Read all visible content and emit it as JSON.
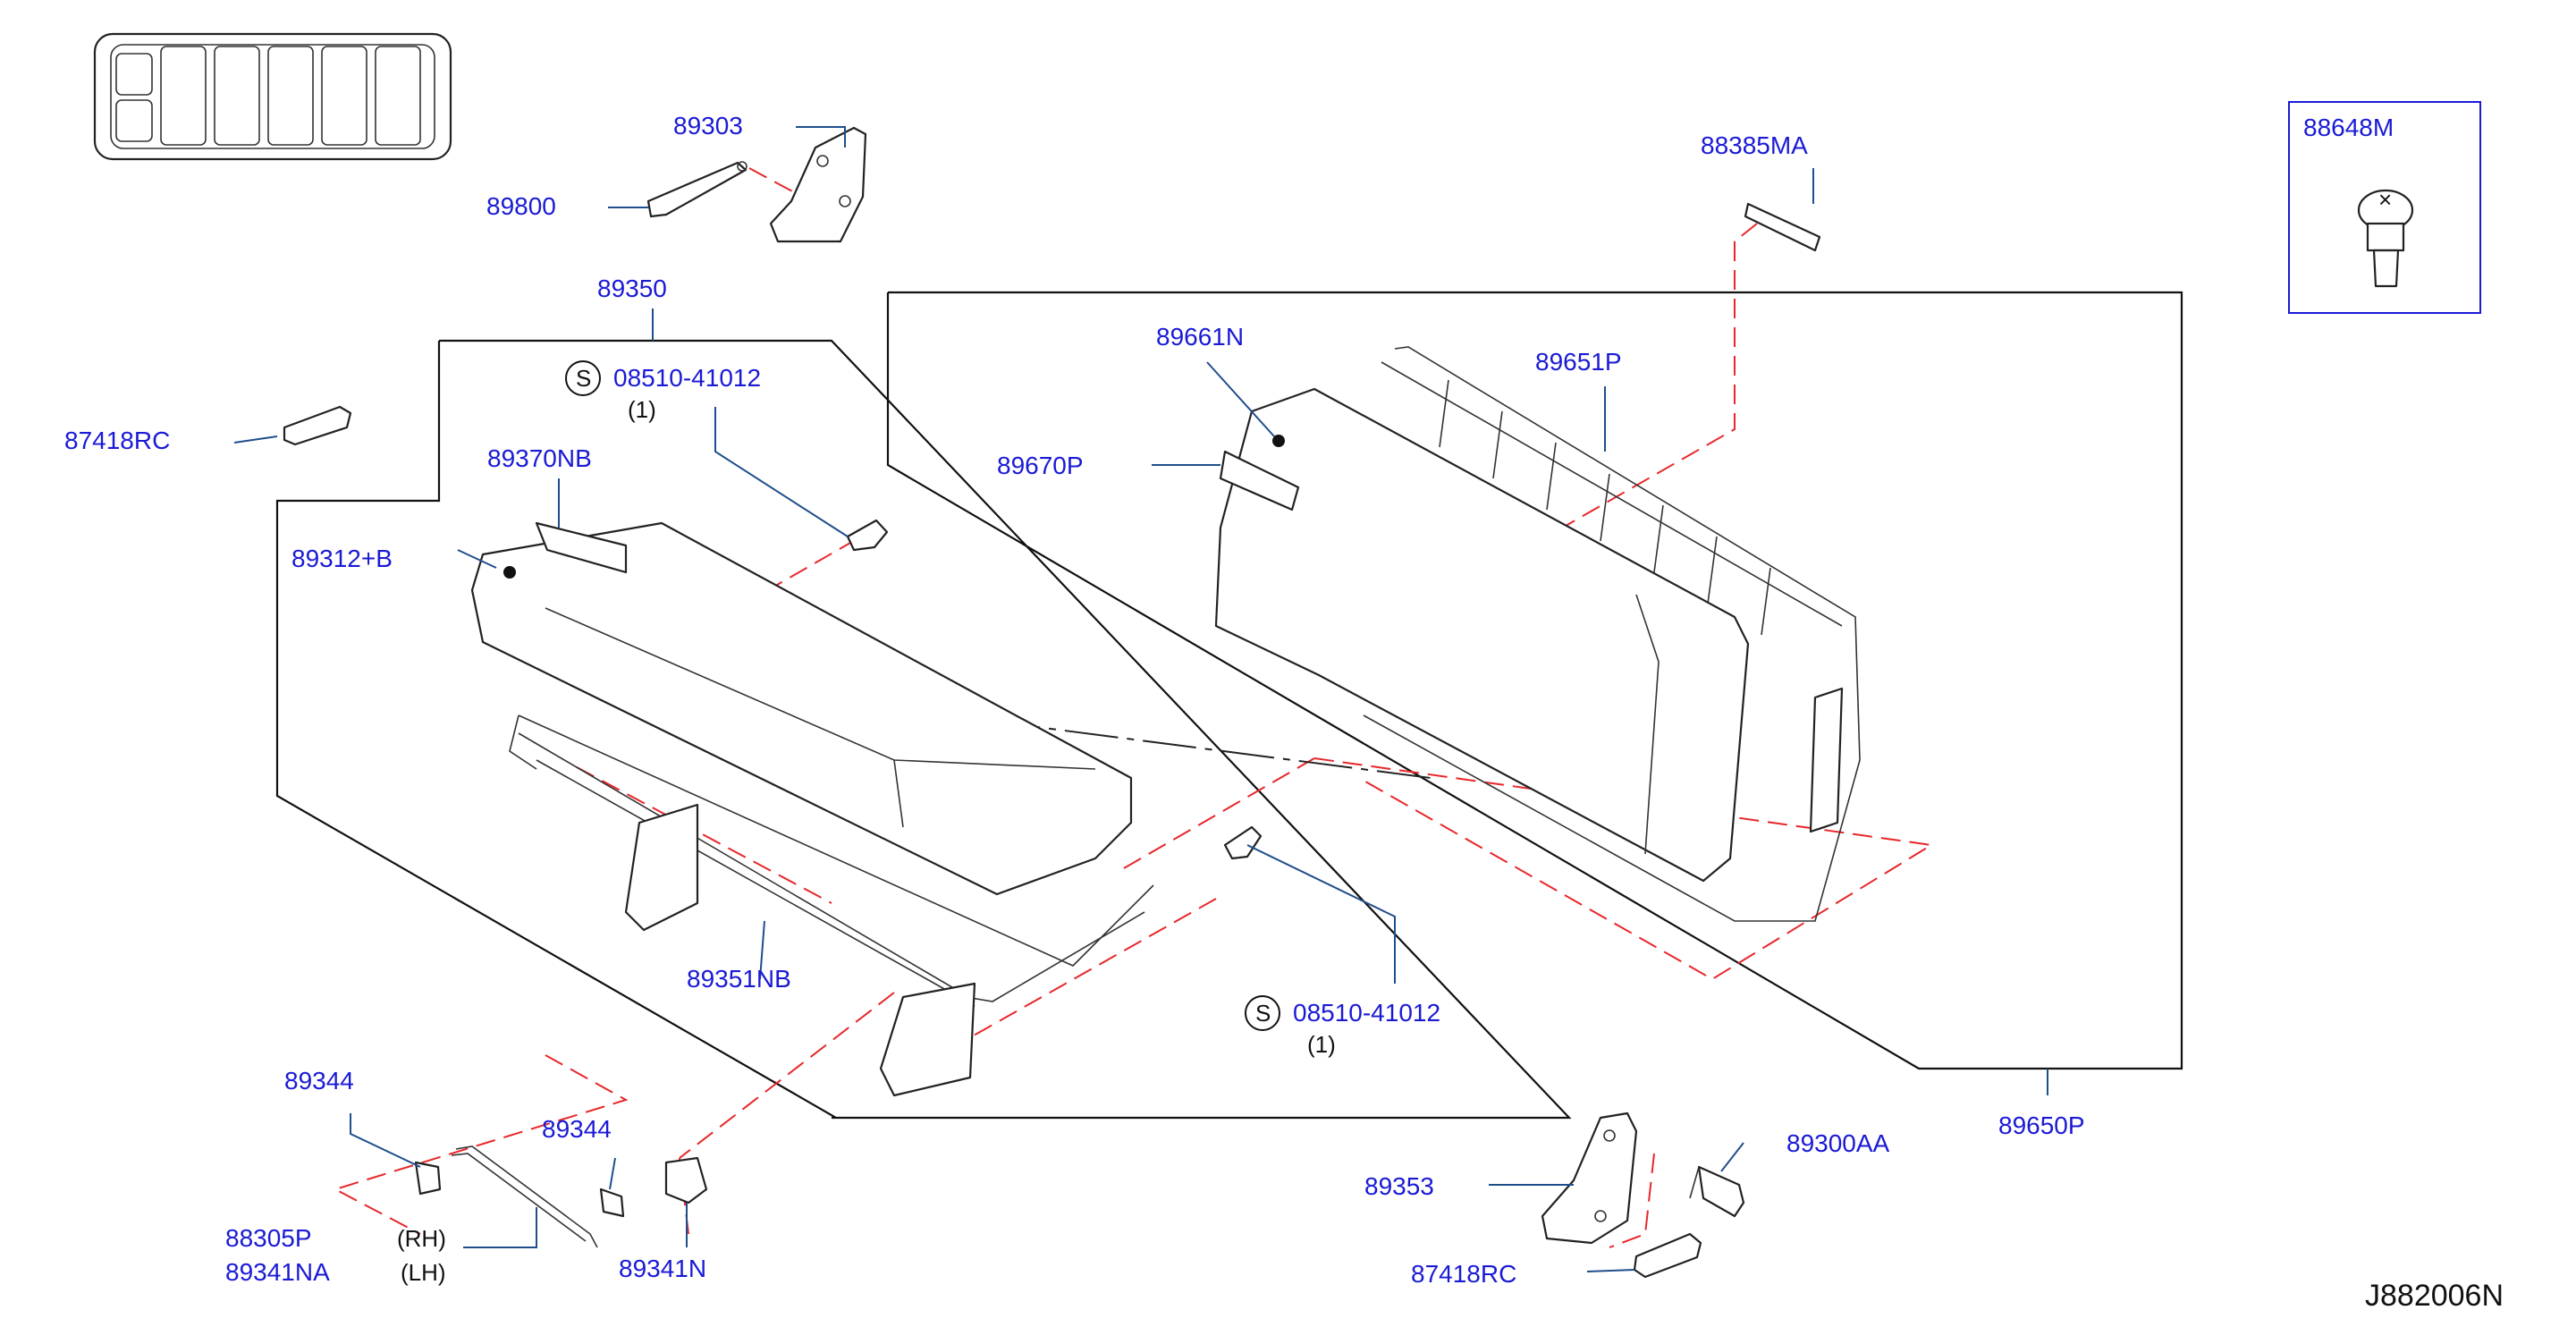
{
  "diagram_code": "J882006N",
  "parts": {
    "p89303": "89303",
    "p89800": "89800",
    "p89350": "89350",
    "p87418RC_a": "87418RC",
    "p89370NB": "89370NB",
    "p89312B": "89312+B",
    "p89351NB": "89351NB",
    "p89344_a": "89344",
    "p89344_b": "89344",
    "p88305P": "88305P",
    "p89341NA": "89341NA",
    "p89341N": "89341N",
    "p88385MA": "88385MA",
    "p89661N": "89661N",
    "p89670P": "89670P",
    "p89651P": "89651P",
    "p89650P": "89650P",
    "p89353": "89353",
    "p89300AA": "89300AA",
    "p87418RC_b": "87418RC",
    "p88648M": "88648M"
  },
  "screws": {
    "top": {
      "symbol": "S",
      "part": "08510-41012",
      "qty": "(1)"
    },
    "bottom": {
      "symbol": "S",
      "part": "08510-41012",
      "qty": "(1)"
    }
  },
  "sides": {
    "rh": "(RH)",
    "lh": "(LH)"
  },
  "colors": {
    "label": "#1a1ad6",
    "leader": "#1f4e8c",
    "dashed_guide": "#e8262a"
  }
}
